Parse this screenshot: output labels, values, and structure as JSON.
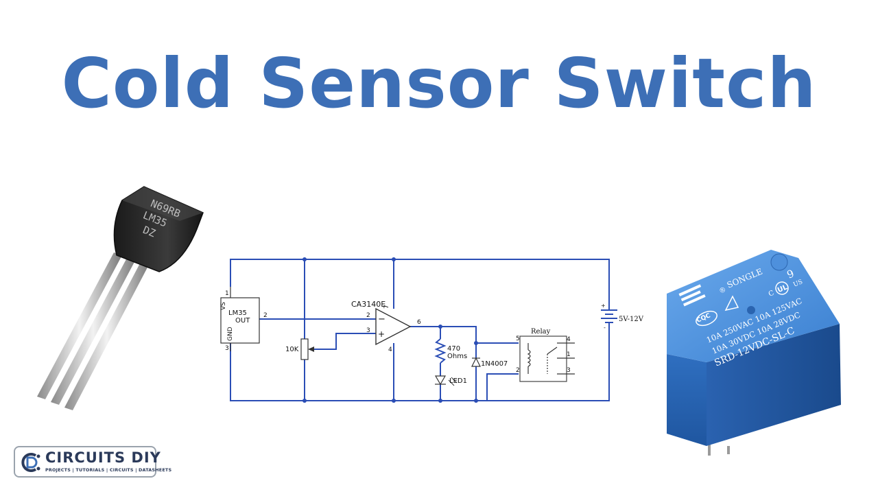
{
  "title": "Cold Sensor Switch",
  "transistor": {
    "markings": [
      "Ν69RB",
      "LM35",
      "DZ"
    ]
  },
  "circuit": {
    "sensor": {
      "name": "LM35",
      "pin_vs": "VS",
      "pin_out": "OUT",
      "pin_gnd": "GND",
      "pin1": "1",
      "pin2": "2",
      "pin3": "3"
    },
    "potentiometer": "10K",
    "opamp": {
      "name": "CA3140E",
      "pin_in_minus": "2",
      "pin_in_plus": "3",
      "pin_out": "6",
      "pin_vcc": "7",
      "pin_gnd": "4",
      "minus_sign": "−",
      "plus_sign": "+"
    },
    "resistor": {
      "value": "470",
      "unit": "Ohms"
    },
    "led": "LED1",
    "diode": "1N4007",
    "relay": {
      "title": "Relay",
      "pin5": "5",
      "pin2": "2",
      "pin4": "4",
      "pin1": "1",
      "pin3": "3"
    },
    "battery": {
      "label": "5V-12V",
      "plus": "+",
      "minus": "-"
    }
  },
  "relay_photo": {
    "brand": "SONGLE",
    "number": "9",
    "us": "US",
    "c_mark": "C",
    "r_mark": "®",
    "cqc": "CQC",
    "ratings": [
      "10A 250VAC  10A 125VAC",
      "10A 30VDC  10A 28VDC"
    ],
    "model": "SRD-12VDC-SL-C"
  },
  "logo": {
    "name": "CIRCUITS DIY",
    "tagline": "PROJECTS | TUTORIALS | CIRCUITS | DATASHEETS"
  },
  "colors": {
    "title": "#3d6fb6",
    "wire": "#2a4db5",
    "relay_body": "#3a7fd0"
  }
}
